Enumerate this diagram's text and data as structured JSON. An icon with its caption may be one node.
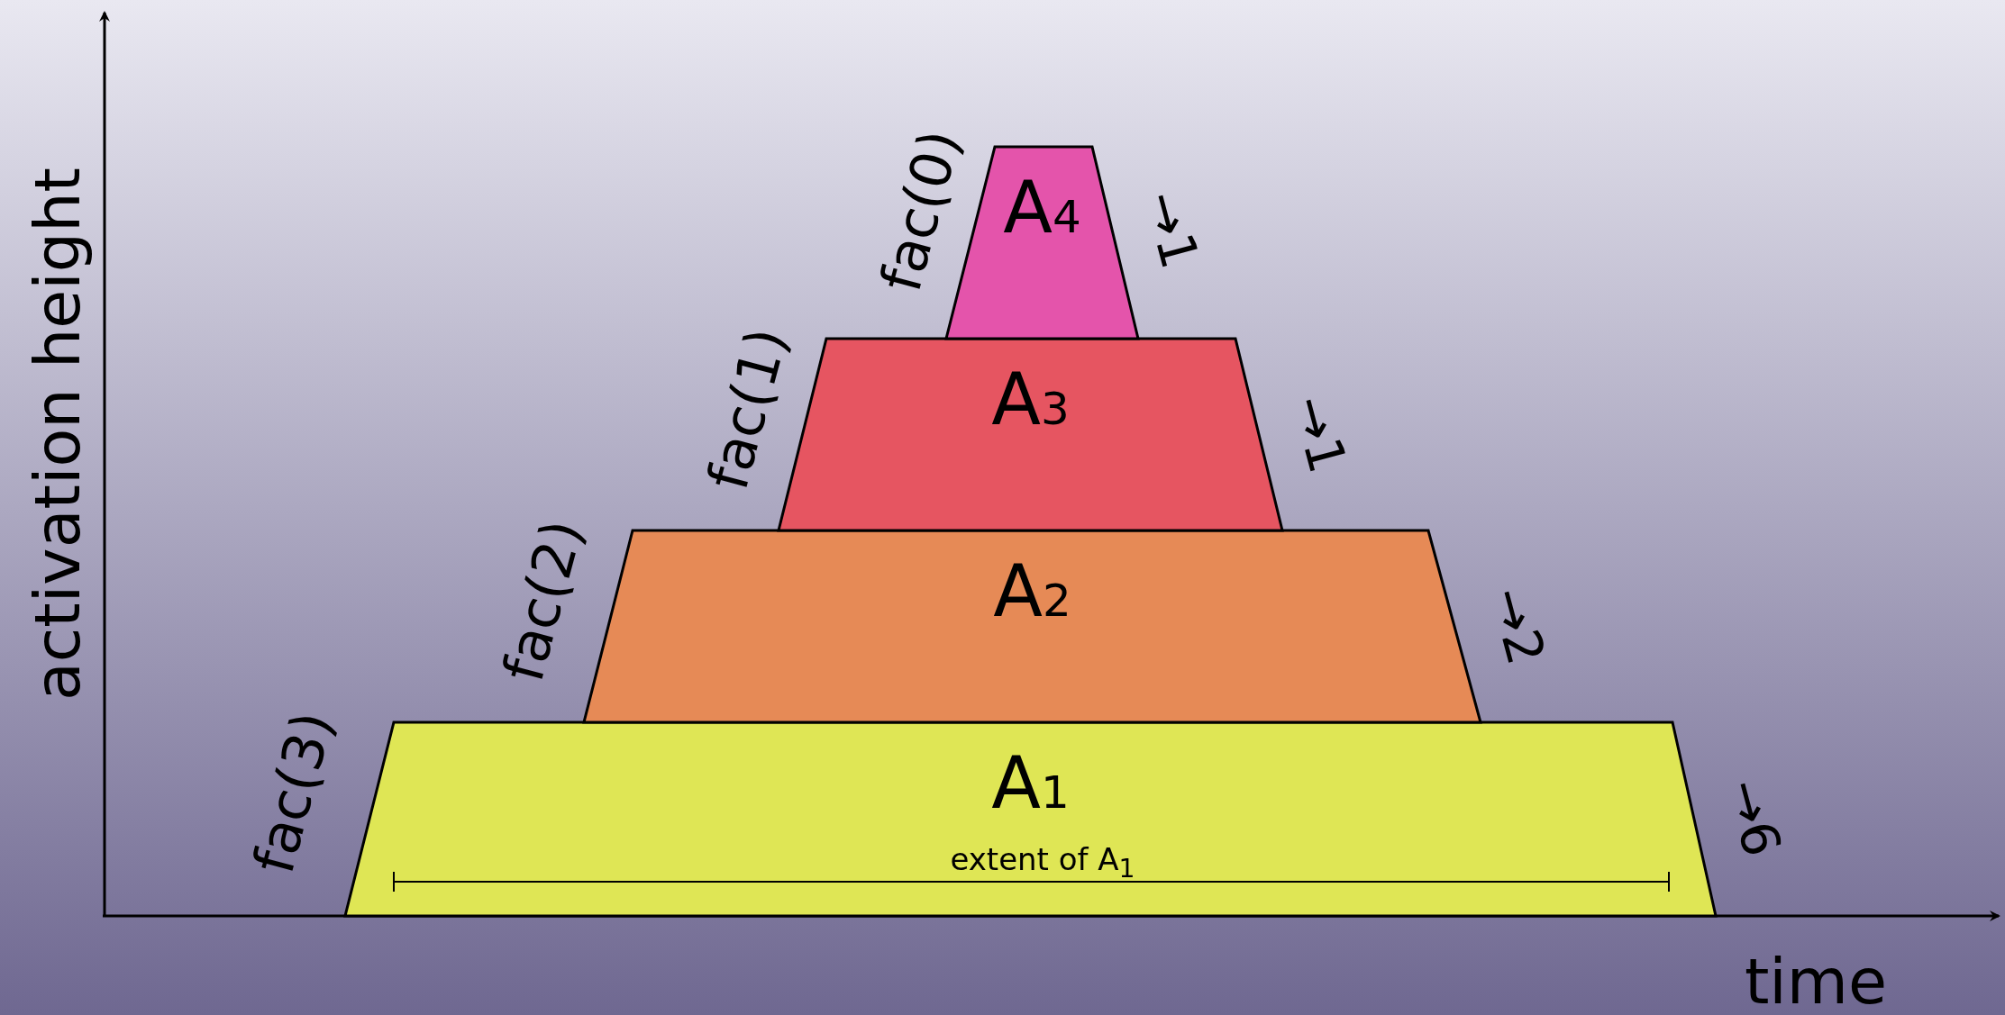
{
  "diagram": {
    "nodes": [
      {
        "text": [
          "A$_{4}$"
        ],
        "beside": [
          "fac(0)",
          "→1"
        ]
      },
      {
        "text": [
          "A$_{3}$"
        ],
        "beside": [
          "fac(1)",
          "→1"
        ]
      },
      {
        "text": [
          "A$_{2}$"
        ],
        "beside": [
          "fac(2)",
          "→2"
        ]
      },
      {
        "text": [
          "A$_{1}$"
        ],
        "beside": [
          "fac(3)",
          "→6"
        ]
      }
    ],
    "edges": [],
    "labels": [
      "activation height",
      "time",
      "extent of A$_{1}$"
    ]
  }
}
